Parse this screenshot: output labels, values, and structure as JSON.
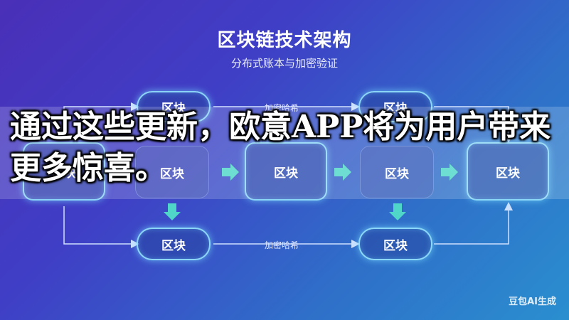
{
  "diagram": {
    "title": "区块链技术架构",
    "subtitle": "分布式账本与加密验证",
    "block_label": "区块",
    "hash_label": "加密哈希"
  },
  "overlay": {
    "caption": "通过这些更新，欧意APP将为用户带来更多惊喜。"
  },
  "watermark": "豆包AI生成",
  "colors": {
    "accent": "#96e6ff",
    "arrow": "#4fd6c8"
  }
}
